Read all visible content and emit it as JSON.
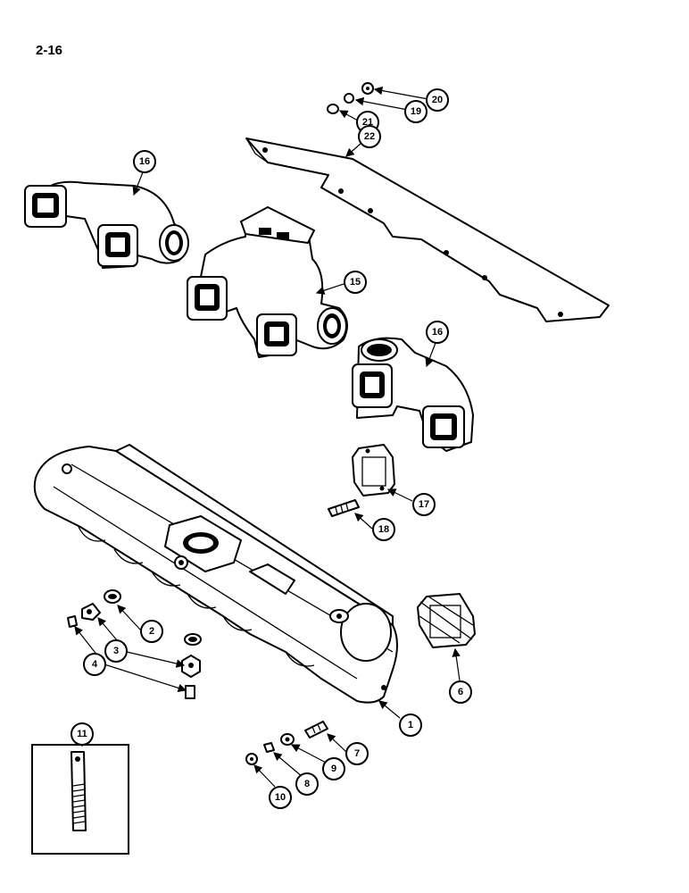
{
  "page_number": "2-16",
  "callouts": {
    "c1": "1",
    "c2": "2",
    "c3": "3",
    "c4": "4",
    "c6": "6",
    "c7": "7",
    "c8": "8",
    "c9": "9",
    "c10": "10",
    "c11": "11",
    "c15": "15",
    "c16a": "16",
    "c16b": "16",
    "c17": "17",
    "c18": "18",
    "c19": "19",
    "c20": "20",
    "c21": "21",
    "c22": "22"
  }
}
